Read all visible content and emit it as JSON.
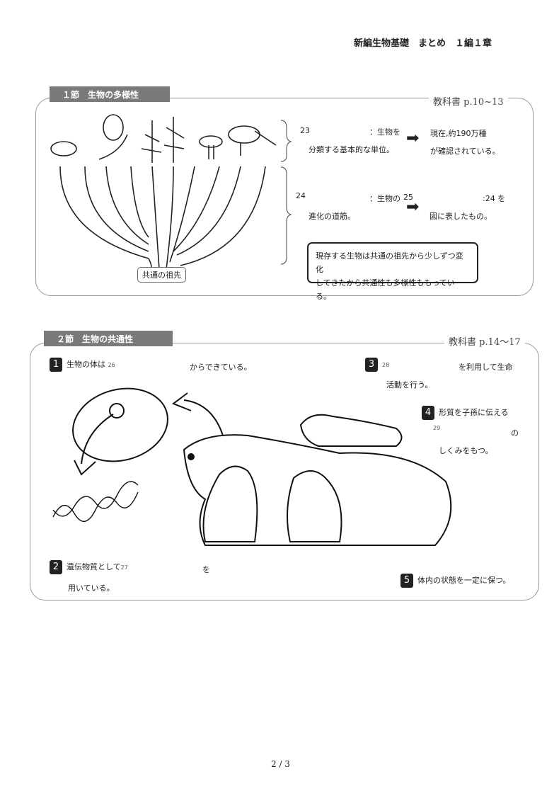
{
  "header": {
    "title": "新編生物基礎　まとめ　１編１章"
  },
  "section1": {
    "label": "１節　生物の多様性",
    "textbook_ref": "教科書 p.10~13",
    "common_ancestor": "共通の祖先",
    "item23": {
      "num": "23",
      "line1": "：生物を",
      "line2": "分類する基本的な単位。",
      "result1": "現在,約190万種",
      "result2": "が確認されている。"
    },
    "item24": {
      "num": "24",
      "line1": "：生物の",
      "line2": "進化の道筋。",
      "num25": "25",
      "result1": ":24 を",
      "result2": "図に表したもの。"
    },
    "note": {
      "line1": "現存する生物は共通の祖先から少しずつ変化",
      "line2": "してきたから共通性も多様性ももっている。"
    }
  },
  "section2": {
    "label": "２節　生物の共通性",
    "textbook_ref": "教科書 p.14〜17",
    "p1": {
      "num": "1",
      "pre": "生物の体は",
      "blank": "26",
      "post": "からできている。"
    },
    "p2": {
      "num": "2",
      "pre": "遺伝物質として",
      "blank": "27",
      "post": "を",
      "line2": "用いている。"
    },
    "p3": {
      "num": "3",
      "blank": "28",
      "post": "を利用して生命",
      "line2": "活動を行う。"
    },
    "p4": {
      "num": "4",
      "pre": "形質を子孫に伝える",
      "blank": "29",
      "post": "の",
      "line2": "しくみをもつ。"
    },
    "p5": {
      "num": "5",
      "text": "体内の状態を一定に保つ。"
    }
  },
  "footer": {
    "page": "2 / 3"
  }
}
